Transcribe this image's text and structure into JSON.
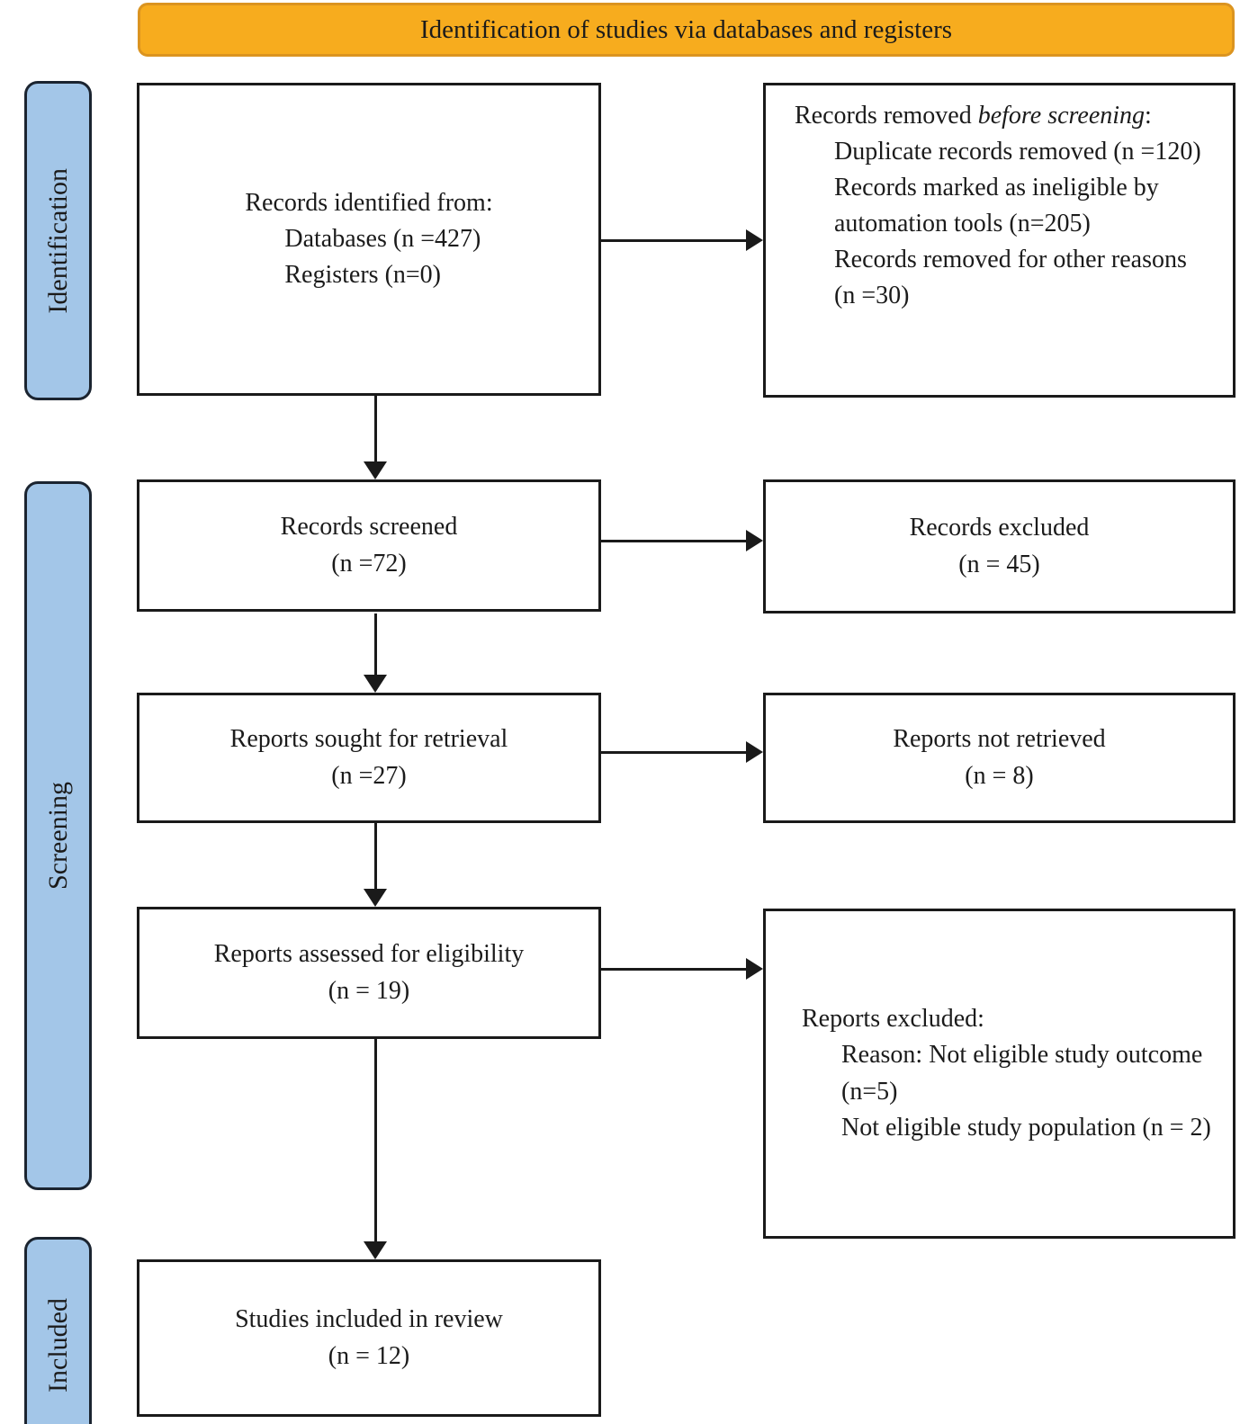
{
  "banner": {
    "title": "Identification of studies via databases and registers"
  },
  "sidebar": {
    "identification": "Identification",
    "screening": "Screening",
    "included": "Included"
  },
  "boxes": {
    "records_identified": {
      "line1": "Records identified from:",
      "line2": "Databases (n =427)",
      "line3": "Registers (n=0)"
    },
    "records_removed": {
      "prefix": "Records removed ",
      "italic": "before screening",
      "suffix": ":",
      "items": [
        "Duplicate records removed (n =120)",
        "Records marked as ineligible by automation tools (n=205)",
        "Records removed for other reasons (n =30)"
      ]
    },
    "records_screened": {
      "line1": "Records screened",
      "line2": "(n =72)"
    },
    "records_excluded": {
      "line1": "Records excluded",
      "line2": "(n = 45)"
    },
    "reports_sought": {
      "line1": "Reports sought for retrieval",
      "line2": "(n =27)"
    },
    "reports_not_retrieved": {
      "line1": "Reports not retrieved",
      "line2": "(n = 8)"
    },
    "reports_assessed": {
      "line1": "Reports assessed for eligibility",
      "line2": "(n = 19)"
    },
    "reports_excluded": {
      "line1": "Reports excluded:",
      "items": [
        "Reason: Not eligible study outcome (n=5)",
        "Not eligible study population (n = 2)"
      ]
    },
    "studies_included": {
      "line1": "Studies included in review",
      "line2": "(n = 12)"
    }
  },
  "colors": {
    "banner_fill": "#F7AC1E",
    "banner_border": "#DB9420",
    "sidebar_fill": "#A3C6E8",
    "sidebar_border": "#1B2430",
    "box_border": "#1A1A1A",
    "text": "#1B1B1B"
  }
}
